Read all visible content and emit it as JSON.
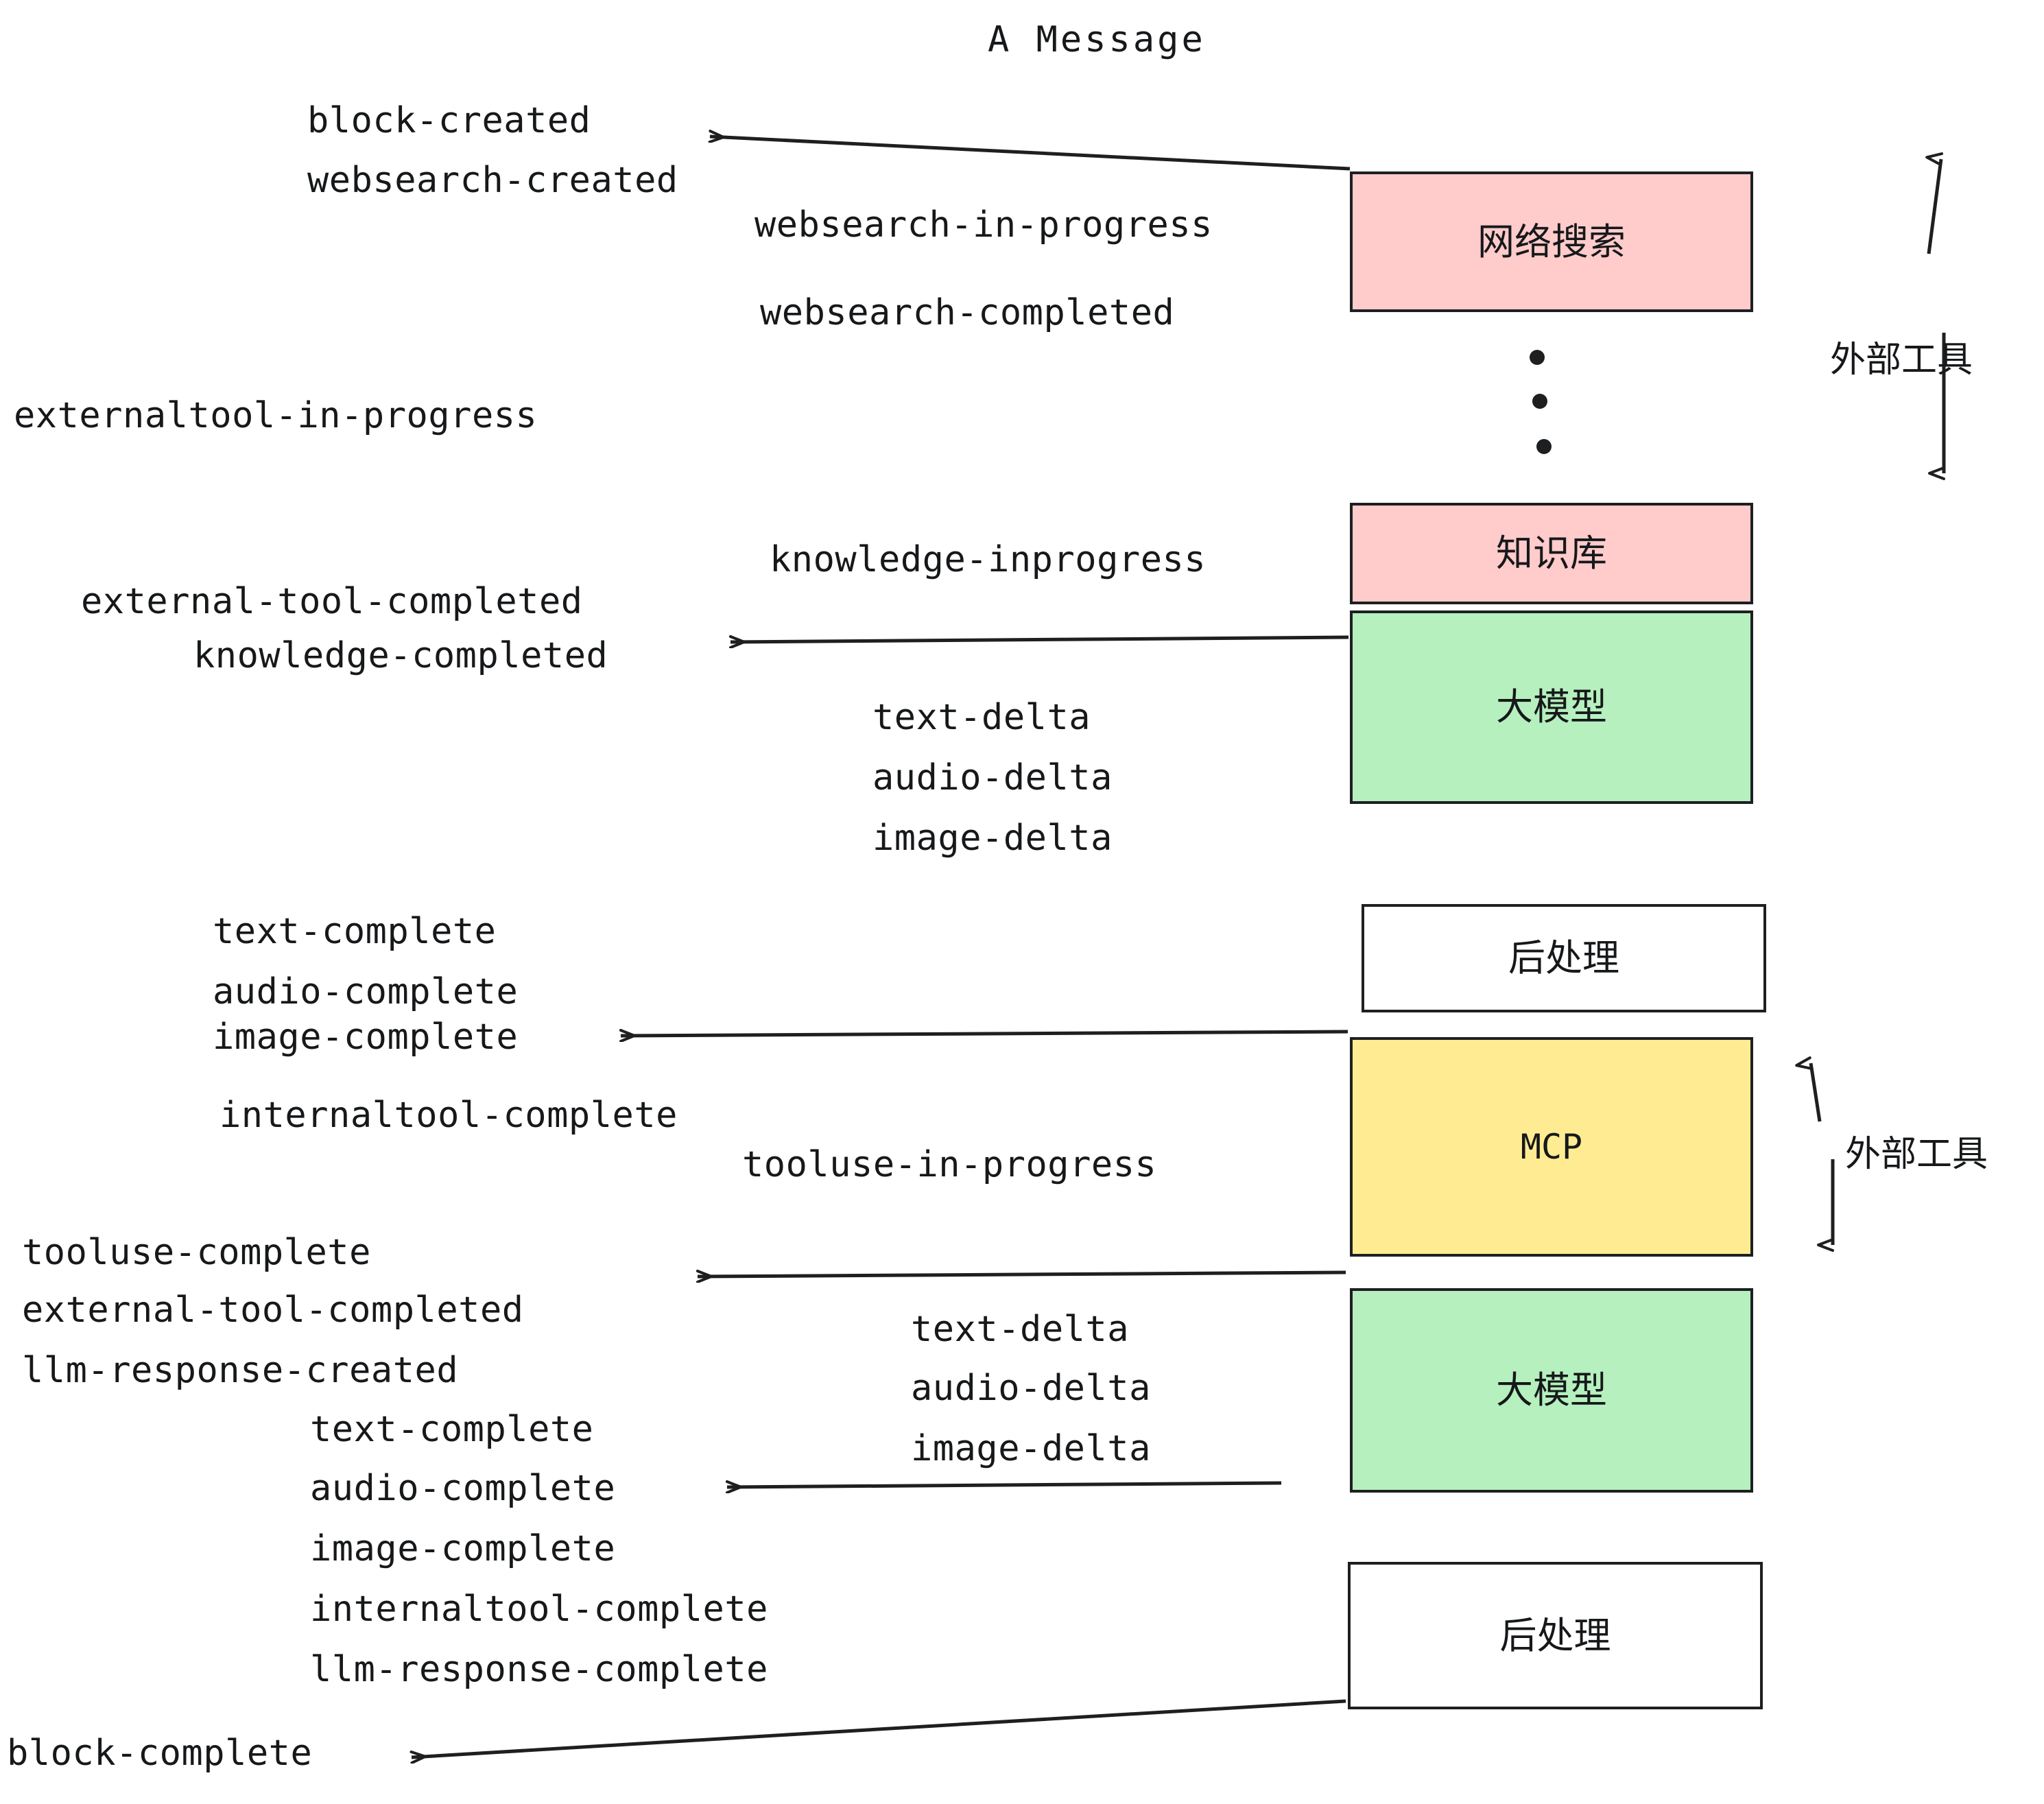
{
  "diagram": {
    "title": "A Message",
    "colors": {
      "pink": "#ffcbcb",
      "green": "#b5f0be",
      "yellow": "#ffec92",
      "white": "#ffffff",
      "stroke": "#1d1f21",
      "text": "#16181a"
    },
    "nodes": [
      {
        "id": "websearch",
        "label": "网络搜索",
        "fill": "#ffcbcb"
      },
      {
        "id": "knowledge",
        "label": "知识库",
        "fill": "#ffcbcb"
      },
      {
        "id": "llm1",
        "label": "大模型",
        "fill": "#b5f0be"
      },
      {
        "id": "post1",
        "label": "后处理",
        "fill": "#ffffff"
      },
      {
        "id": "mcp",
        "label": "MCP",
        "fill": "#ffec92"
      },
      {
        "id": "llm2",
        "label": "大模型",
        "fill": "#b5f0be"
      },
      {
        "id": "post2",
        "label": "后处理",
        "fill": "#ffffff"
      }
    ],
    "side_labels": [
      {
        "id": "external-tools-top",
        "label": "外部工具"
      },
      {
        "id": "external-tools-bottom",
        "label": "外部工具"
      }
    ],
    "events": [
      {
        "id": "block-created",
        "label": "block-created"
      },
      {
        "id": "websearch-created",
        "label": "websearch-created"
      },
      {
        "id": "websearch-in-progress",
        "label": "websearch-in-progress"
      },
      {
        "id": "websearch-completed",
        "label": "websearch-completed"
      },
      {
        "id": "externaltool-in-progress",
        "label": "externaltool-in-progress"
      },
      {
        "id": "knowledge-inprogress",
        "label": "knowledge-inprogress"
      },
      {
        "id": "external-tool-completed-1",
        "label": "external-tool-completed"
      },
      {
        "id": "knowledge-completed",
        "label": "knowledge-completed"
      },
      {
        "id": "text-delta-1",
        "label": "text-delta"
      },
      {
        "id": "audio-delta-1",
        "label": "audio-delta"
      },
      {
        "id": "image-delta-1",
        "label": "image-delta"
      },
      {
        "id": "text-complete-1",
        "label": "text-complete"
      },
      {
        "id": "audio-complete-1",
        "label": "audio-complete"
      },
      {
        "id": "image-complete-1",
        "label": "image-complete"
      },
      {
        "id": "internaltool-complete-1",
        "label": "internaltool-complete"
      },
      {
        "id": "tooluse-in-progress",
        "label": "tooluse-in-progress"
      },
      {
        "id": "tooluse-complete",
        "label": "tooluse-complete"
      },
      {
        "id": "external-tool-completed-2",
        "label": "external-tool-completed"
      },
      {
        "id": "llm-response-created",
        "label": "llm-response-created"
      },
      {
        "id": "text-delta-2",
        "label": "text-delta"
      },
      {
        "id": "audio-delta-2",
        "label": "audio-delta"
      },
      {
        "id": "image-delta-2",
        "label": "image-delta"
      },
      {
        "id": "text-complete-2",
        "label": "text-complete"
      },
      {
        "id": "audio-complete-2",
        "label": "audio-complete"
      },
      {
        "id": "image-complete-2",
        "label": "image-complete"
      },
      {
        "id": "internaltool-complete-2",
        "label": "internaltool-complete"
      },
      {
        "id": "llm-response-complete",
        "label": "llm-response-complete"
      },
      {
        "id": "block-complete",
        "label": "block-complete"
      }
    ]
  }
}
